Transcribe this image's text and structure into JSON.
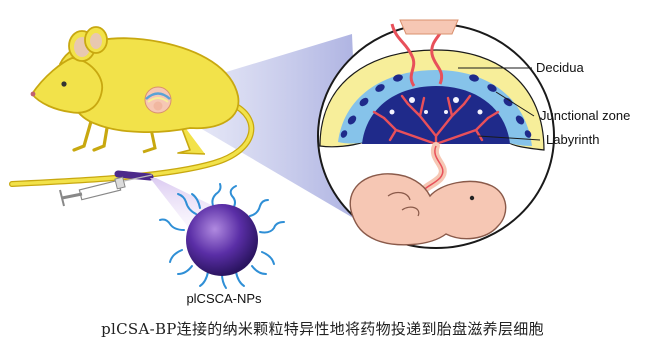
{
  "labels": {
    "decidua": "Decidua",
    "junctional_zone": "Junctional zone",
    "labyrinth": "Labyrinth",
    "nanoparticle": "plCSCA-NPs"
  },
  "caption": "plCSA-BP连接的纳米颗粒特异性地将药物投递到胎盘滋养层细胞",
  "colors": {
    "mouse_body": "#f2e24a",
    "mouse_outline": "#c8a810",
    "decidua": "#f7ee9a",
    "junctional_zone": "#86c3ea",
    "labyrinth": "#1f2a8a",
    "vessels": "#e8505a",
    "fetus": "#f6c7b4",
    "nanoparticle_core": "#5a2ea6",
    "nanoparticle_ligand": "#2f8fd6",
    "projection": "#bfc3ea"
  }
}
